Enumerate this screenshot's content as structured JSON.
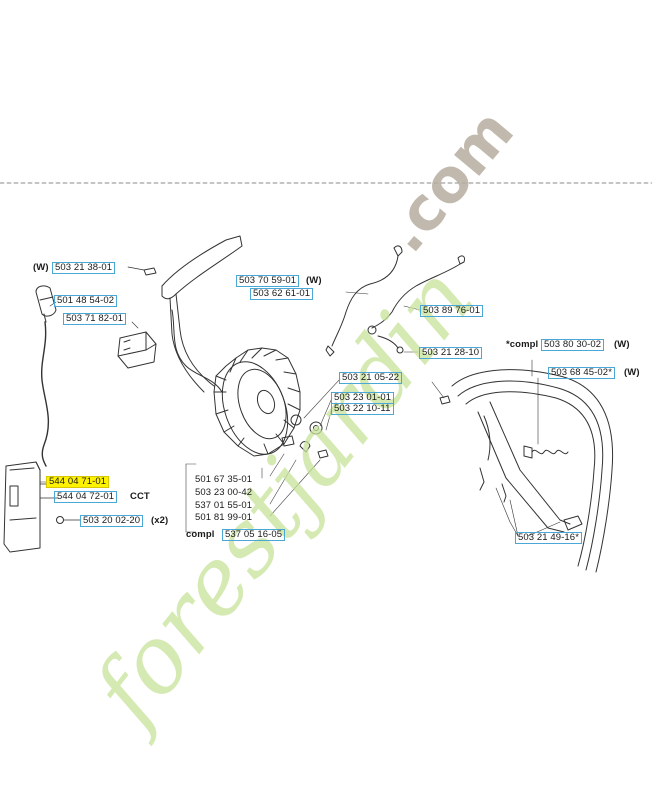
{
  "watermark": {
    "brand": "forestjardin",
    "domain": ".com"
  },
  "labels": {
    "w1_prefix": "(W)",
    "p503_21_38_01": "503 21 38-01",
    "p501_48_54_02": "501 48 54-02",
    "p503_71_82_01": "503 71 82-01",
    "p503_70_59_01": "503 70 59-01",
    "w2_suffix": "(W)",
    "p503_62_61_01": "503 62 61-01",
    "p503_89_76_01": "503 89 76-01",
    "p503_21_28_10": "503 21 28-10",
    "compl_1": "*compl",
    "p503_80_30_02": "503 80 30-02",
    "w3_suffix": "(W)",
    "p503_68_45_02": "503 68 45-02*",
    "w4_suffix": "(W)",
    "p503_21_05_22": "503 21 05-22",
    "p503_23_01_01": "503 23 01-01",
    "p503_22_10_11": "503 22 10-11",
    "p544_04_71_01": "544 04 71-01",
    "p544_04_72_01": "544 04 72-01",
    "cct": "CCT",
    "p503_20_02_20": "503 20 02-20",
    "x2": "(x2)",
    "p501_67_35_01": "501 67 35-01",
    "p503_23_00_42": "503 23 00-42",
    "p537_01_55_01": "537 01 55-01",
    "p501_81_99_01": "501 81 99-01",
    "compl_2": "compl",
    "p537_05_16_05": "537 05 16-05",
    "p503_21_49_16": "503 21 49-16*"
  }
}
